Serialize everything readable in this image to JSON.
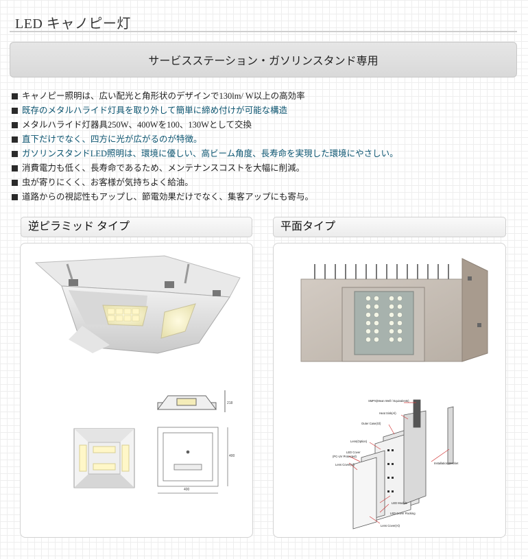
{
  "page": {
    "title": "LED キャノピー灯",
    "banner": "サービスステーション・ガソリンスタンド専用"
  },
  "features": [
    {
      "text": "キャノピー照明は、広い配光と角形状のデザインで130lm/ W以上の高効率",
      "highlight": false
    },
    {
      "text": "既存のメタルハライド灯具を取り外して簡単に締め付けが可能な構造",
      "highlight": true
    },
    {
      "text": "メタルハライド灯器具250W、400Wを100、130Wとして交換",
      "highlight": false
    },
    {
      "text": "直下だけでなく、四方に光が広がるのが特徴。",
      "highlight": true
    },
    {
      "text": "ガソリンスタンドLED照明は、環境に優しい、高ビーム角度、長寿命を実現した環境にやさしい。",
      "highlight": true
    },
    {
      "text": "消費電力も低く、長寿命であるため、メンテナンスコストを大幅に削減。",
      "highlight": false
    },
    {
      "text": "虫が寄りにくく、お客様が気持ちよく給油。",
      "highlight": false
    },
    {
      "text": "道路からの視認性もアップし、節電効果だけでなく、集客アップにも寄与。",
      "highlight": false
    }
  ],
  "sections": {
    "left": {
      "title": "逆ピラミッド タイプ",
      "dims": {
        "height": "218",
        "depth": "400",
        "width": "400"
      }
    },
    "right": {
      "title": "平面タイプ",
      "exploded_labels": {
        "smps": "SMPS(Mean Well / Equivalents)",
        "heat_sink": "Heat Sink(Al)",
        "outer_case": "Outer Case(Gl)",
        "lens_option": "Lens(Option)",
        "led_cover": "LED Cover",
        "led_cover_2": "(PC-UV Protected)",
        "lens_cover_top": "Lens Cover(Al)",
        "installation_bracket": "Installation Bracket",
        "led_module": "LED Module",
        "led_cover_packing": "LED Cover Packing",
        "lens_cover_bottom": "Lens Cover(Al)"
      }
    }
  },
  "colors": {
    "highlight_text": "#0b5470",
    "bullet": "#2b2b2b",
    "banner_bg": "#dedede",
    "label_line": "#d23a3a"
  }
}
